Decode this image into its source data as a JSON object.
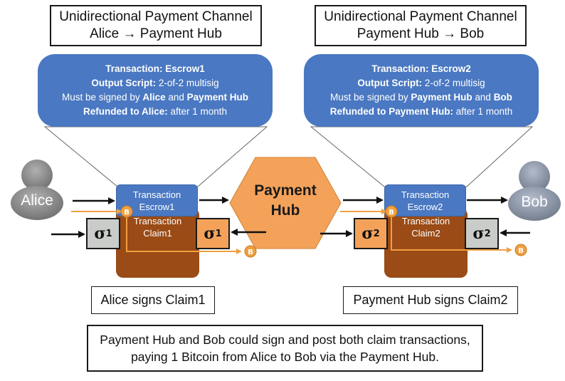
{
  "titles": {
    "left": {
      "line1": "Unidirectional Payment Channel",
      "line2": "Alice → Payment Hub"
    },
    "right": {
      "line1": "Unidirectional Payment Channel",
      "line2": "Payment Hub → Bob"
    }
  },
  "callouts": {
    "left": {
      "heading": "Transaction:  Escrow1",
      "script_label": "Output Script:",
      "script_value": " 2-of-2 multisig",
      "sign_prefix": "Must be signed by ",
      "signer1": "Alice",
      "sign_and": " and ",
      "signer2": "Payment Hub",
      "refund_label": "Refunded to Alice:",
      "refund_value": " after 1 month"
    },
    "right": {
      "heading": "Transaction:  Escrow2",
      "script_label": "Output Script:",
      "script_value": " 2-of-2 multisig",
      "sign_prefix": "Must be signed by ",
      "signer1": "Payment Hub",
      "sign_and": " and ",
      "signer2": "Bob",
      "refund_label": "Refunded to Payment Hub:",
      "refund_value": " after 1 month"
    }
  },
  "people": {
    "alice": "Alice",
    "bob": "Bob"
  },
  "hub": {
    "line1": "Payment",
    "line2": "Hub"
  },
  "transactions": {
    "escrow1": {
      "line1": "Transaction",
      "line2": "Escrow1"
    },
    "claim1": {
      "line1": "Transaction",
      "line2": "Claim1"
    },
    "escrow2": {
      "line1": "Transaction",
      "line2": "Escrow2"
    },
    "claim2": {
      "line1": "Transaction",
      "line2": "Claim2"
    }
  },
  "signatures": {
    "alice_sig": {
      "symbol": "σ",
      "sub": "1"
    },
    "hub_sig1": {
      "symbol": "σ",
      "sub": "1"
    },
    "hub_sig2": {
      "symbol": "σ",
      "sub": "2"
    },
    "bob_sig": {
      "symbol": "σ",
      "sub": "2"
    }
  },
  "labels": {
    "alice_signs": "Alice signs Claim1",
    "hub_signs": "Payment Hub signs Claim2"
  },
  "note": {
    "line1": "Payment Hub and Bob could sign and post both claim transactions,",
    "line2": "paying 1 Bitcoin from Alice to Bob via the Payment Hub."
  },
  "colors": {
    "callout_blue": "#4a78c2",
    "escrow_blue": "#4a78c2",
    "claim_brown": "#9a4b16",
    "hub_orange": "#f4a25a",
    "sig_grey": "#c9ccc9",
    "coin_orange": "#f0a040",
    "person_grey": "#8c8c8c"
  },
  "icons": [
    "person-icon",
    "bitcoin-icon",
    "hexagon-shape",
    "arrow-icon"
  ]
}
